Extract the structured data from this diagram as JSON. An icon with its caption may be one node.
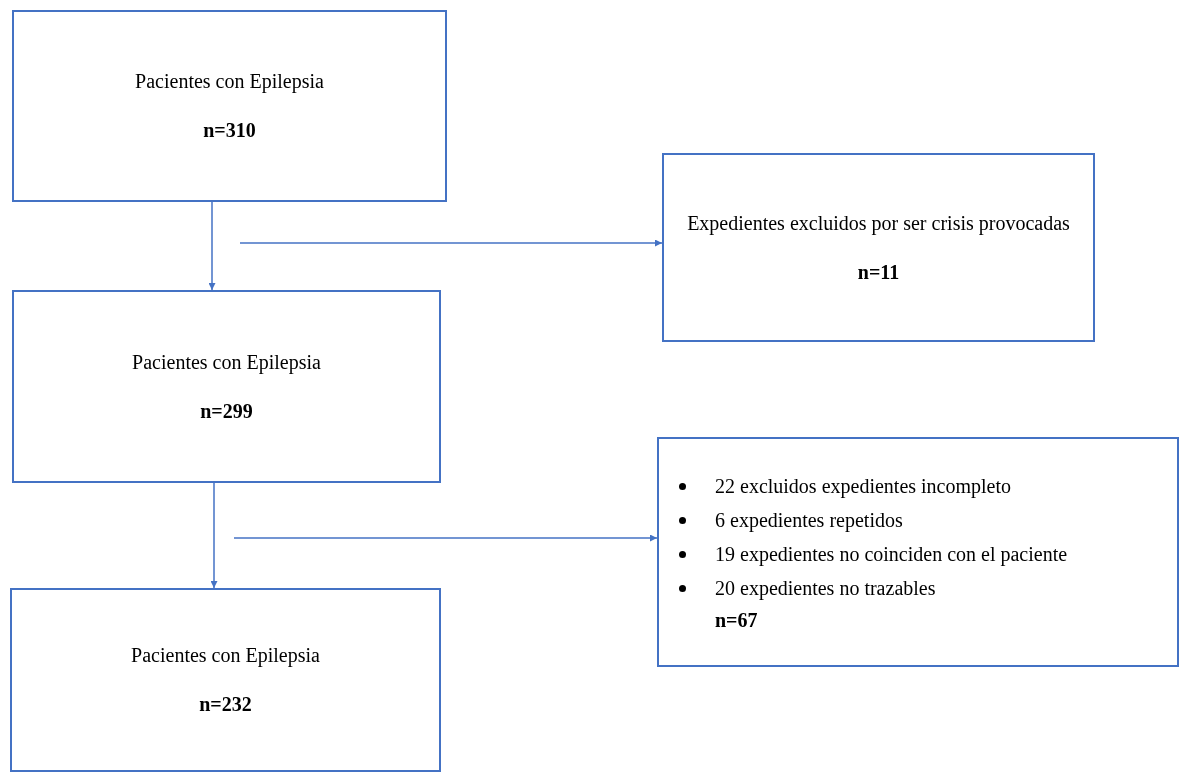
{
  "diagram": {
    "nodes": [
      {
        "text": [
          "Pacientes con Epilepsia",
          "n=310"
        ]
      },
      {
        "text": [
          "Expedientes excluidos por ser crisis provocadas",
          "n=11"
        ]
      },
      {
        "text": [
          "Pacientes con Epilepsia",
          "n=299"
        ]
      },
      {
        "text": [
          "22 excluidos expedientes incompleto",
          "6 expedientes repetidos",
          "19 expedientes no coinciden con el paciente",
          "20 expedientes no trazables",
          "n=67"
        ]
      },
      {
        "text": [
          "Pacientes con Epilepsia",
          "n=232"
        ]
      }
    ],
    "edges": [
      {
        "from": 0,
        "to": 2,
        "arrow": "to"
      },
      {
        "from": null,
        "to": 1,
        "arrow": "to"
      },
      {
        "from": 2,
        "to": 4,
        "arrow": "to"
      },
      {
        "from": null,
        "to": 3,
        "arrow": "to"
      }
    ]
  }
}
